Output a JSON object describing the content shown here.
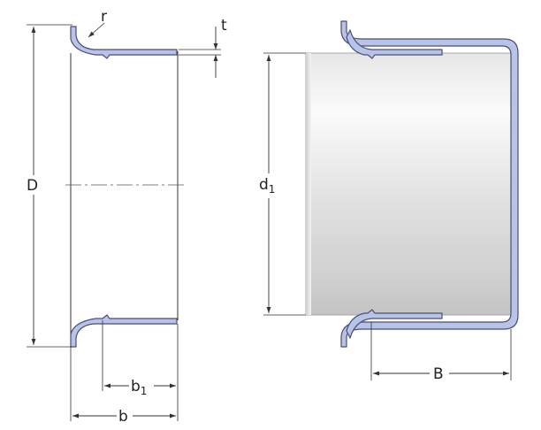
{
  "labels": {
    "D": "D",
    "r": "r",
    "t": "t",
    "b": "b",
    "b1_main": "b",
    "b1_sub": "1",
    "d1_main": "d",
    "d1_sub": "1",
    "B": "B"
  },
  "colors": {
    "sheet_fill": "#b8c3e6",
    "sheet_stroke": "#4a4e78",
    "shaft_light": "#f3f3f3",
    "shaft_mid": "#dcdcdc",
    "shaft_dark": "#bdbdbd",
    "line": "#333333"
  }
}
